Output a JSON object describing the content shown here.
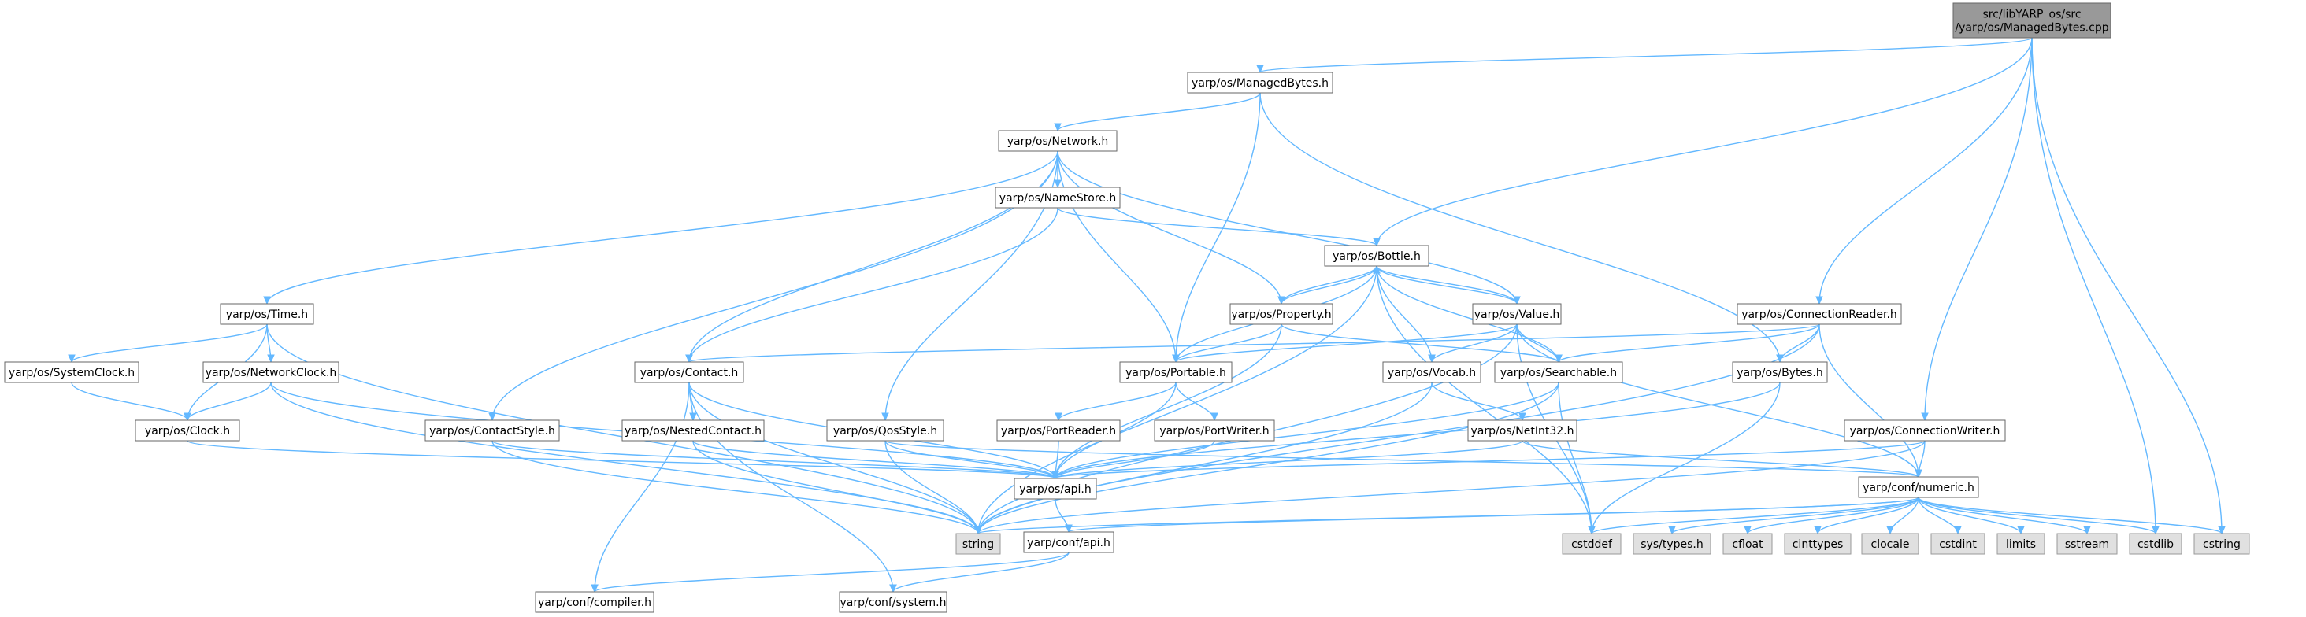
{
  "diagram": {
    "title": "",
    "colors": {
      "edge": "#63b8ff",
      "node_border": "#666666",
      "header_fill": "#ffffff",
      "system_fill": "#e0e0e0",
      "root_fill": "#999999"
    },
    "nodes": [
      {
        "id": "root",
        "kind": "root",
        "lines": [
          "src/libYARP_os/src",
          "/yarp/os/ManagedBytes.cpp"
        ]
      },
      {
        "id": "managedbytes_h",
        "kind": "header",
        "lines": [
          "yarp/os/ManagedBytes.h"
        ]
      },
      {
        "id": "network_h",
        "kind": "header",
        "lines": [
          "yarp/os/Network.h"
        ]
      },
      {
        "id": "namestore_h",
        "kind": "header",
        "lines": [
          "yarp/os/NameStore.h"
        ]
      },
      {
        "id": "bottle_h",
        "kind": "header",
        "lines": [
          "yarp/os/Bottle.h"
        ]
      },
      {
        "id": "property_h",
        "kind": "header",
        "lines": [
          "yarp/os/Property.h"
        ]
      },
      {
        "id": "value_h",
        "kind": "header",
        "lines": [
          "yarp/os/Value.h"
        ]
      },
      {
        "id": "time_h",
        "kind": "header",
        "lines": [
          "yarp/os/Time.h"
        ]
      },
      {
        "id": "systemclock_h",
        "kind": "header",
        "lines": [
          "yarp/os/SystemClock.h"
        ]
      },
      {
        "id": "networkclock_h",
        "kind": "header",
        "lines": [
          "yarp/os/NetworkClock.h"
        ]
      },
      {
        "id": "clock_h",
        "kind": "header",
        "lines": [
          "yarp/os/Clock.h"
        ]
      },
      {
        "id": "contact_h",
        "kind": "header",
        "lines": [
          "yarp/os/Contact.h"
        ]
      },
      {
        "id": "contactstyle_h",
        "kind": "header",
        "lines": [
          "yarp/os/ContactStyle.h"
        ]
      },
      {
        "id": "nestedcontact_h",
        "kind": "header",
        "lines": [
          "yarp/os/NestedContact.h"
        ]
      },
      {
        "id": "qosstyle_h",
        "kind": "header",
        "lines": [
          "yarp/os/QosStyle.h"
        ]
      },
      {
        "id": "portable_h",
        "kind": "header",
        "lines": [
          "yarp/os/Portable.h"
        ]
      },
      {
        "id": "portreader_h",
        "kind": "header",
        "lines": [
          "yarp/os/PortReader.h"
        ]
      },
      {
        "id": "portwriter_h",
        "kind": "header",
        "lines": [
          "yarp/os/PortWriter.h"
        ]
      },
      {
        "id": "vocab_h",
        "kind": "header",
        "lines": [
          "yarp/os/Vocab.h"
        ]
      },
      {
        "id": "netint32_h",
        "kind": "header",
        "lines": [
          "yarp/os/NetInt32.h"
        ]
      },
      {
        "id": "searchable_h",
        "kind": "header",
        "lines": [
          "yarp/os/Searchable.h"
        ]
      },
      {
        "id": "connectionreader_h",
        "kind": "header",
        "lines": [
          "yarp/os/ConnectionReader.h"
        ]
      },
      {
        "id": "bytes_h",
        "kind": "header",
        "lines": [
          "yarp/os/Bytes.h"
        ]
      },
      {
        "id": "connectionwriter_h",
        "kind": "header",
        "lines": [
          "yarp/os/ConnectionWriter.h"
        ]
      },
      {
        "id": "api_h",
        "kind": "header",
        "lines": [
          "yarp/os/api.h"
        ]
      },
      {
        "id": "conf_api_h",
        "kind": "header",
        "lines": [
          "yarp/conf/api.h"
        ]
      },
      {
        "id": "numeric_h",
        "kind": "header",
        "lines": [
          "yarp/conf/numeric.h"
        ]
      },
      {
        "id": "compiler_h",
        "kind": "header",
        "lines": [
          "yarp/conf/compiler.h"
        ]
      },
      {
        "id": "system_h",
        "kind": "header",
        "lines": [
          "yarp/conf/system.h"
        ]
      },
      {
        "id": "string",
        "kind": "system",
        "lines": [
          "string"
        ]
      },
      {
        "id": "cstddef",
        "kind": "system",
        "lines": [
          "cstddef"
        ]
      },
      {
        "id": "systypes_h",
        "kind": "system",
        "lines": [
          "sys/types.h"
        ]
      },
      {
        "id": "cfloat",
        "kind": "system",
        "lines": [
          "cfloat"
        ]
      },
      {
        "id": "cinttypes",
        "kind": "system",
        "lines": [
          "cinttypes"
        ]
      },
      {
        "id": "clocale",
        "kind": "system",
        "lines": [
          "clocale"
        ]
      },
      {
        "id": "cstdint",
        "kind": "system",
        "lines": [
          "cstdint"
        ]
      },
      {
        "id": "limits",
        "kind": "system",
        "lines": [
          "limits"
        ]
      },
      {
        "id": "sstream",
        "kind": "system",
        "lines": [
          "sstream"
        ]
      },
      {
        "id": "cstdlib",
        "kind": "system",
        "lines": [
          "cstdlib"
        ]
      },
      {
        "id": "cstring",
        "kind": "system",
        "lines": [
          "cstring"
        ]
      }
    ],
    "edges": [
      [
        "root",
        "managedbytes_h"
      ],
      [
        "root",
        "bottle_h"
      ],
      [
        "root",
        "connectionreader_h"
      ],
      [
        "root",
        "connectionwriter_h"
      ],
      [
        "root",
        "cstdlib"
      ],
      [
        "root",
        "cstring"
      ],
      [
        "managedbytes_h",
        "network_h"
      ],
      [
        "managedbytes_h",
        "portable_h"
      ],
      [
        "managedbytes_h",
        "bytes_h"
      ],
      [
        "network_h",
        "namestore_h"
      ],
      [
        "network_h",
        "time_h"
      ],
      [
        "network_h",
        "contact_h"
      ],
      [
        "network_h",
        "contactstyle_h"
      ],
      [
        "network_h",
        "qosstyle_h"
      ],
      [
        "network_h",
        "property_h"
      ],
      [
        "network_h",
        "value_h"
      ],
      [
        "network_h",
        "portable_h"
      ],
      [
        "namestore_h",
        "bottle_h"
      ],
      [
        "namestore_h",
        "contact_h"
      ],
      [
        "bottle_h",
        "property_h"
      ],
      [
        "bottle_h",
        "value_h"
      ],
      [
        "bottle_h",
        "portable_h"
      ],
      [
        "bottle_h",
        "searchable_h"
      ],
      [
        "bottle_h",
        "vocab_h"
      ],
      [
        "bottle_h",
        "string"
      ],
      [
        "bottle_h",
        "cstddef"
      ],
      [
        "property_h",
        "bottle_h"
      ],
      [
        "property_h",
        "portable_h"
      ],
      [
        "property_h",
        "searchable_h"
      ],
      [
        "property_h",
        "api_h"
      ],
      [
        "value_h",
        "bottle_h"
      ],
      [
        "value_h",
        "portable_h"
      ],
      [
        "value_h",
        "searchable_h"
      ],
      [
        "value_h",
        "vocab_h"
      ],
      [
        "value_h",
        "numeric_h"
      ],
      [
        "value_h",
        "string"
      ],
      [
        "value_h",
        "cstddef"
      ],
      [
        "time_h",
        "systemclock_h"
      ],
      [
        "time_h",
        "networkclock_h"
      ],
      [
        "time_h",
        "clock_h"
      ],
      [
        "time_h",
        "string"
      ],
      [
        "systemclock_h",
        "clock_h"
      ],
      [
        "networkclock_h",
        "clock_h"
      ],
      [
        "networkclock_h",
        "api_h"
      ],
      [
        "networkclock_h",
        "string"
      ],
      [
        "clock_h",
        "api_h"
      ],
      [
        "contact_h",
        "nestedcontact_h"
      ],
      [
        "contact_h",
        "api_h"
      ],
      [
        "contact_h",
        "string"
      ],
      [
        "contact_h",
        "compiler_h"
      ],
      [
        "contact_h",
        "system_h"
      ],
      [
        "contactstyle_h",
        "api_h"
      ],
      [
        "contactstyle_h",
        "string"
      ],
      [
        "nestedcontact_h",
        "api_h"
      ],
      [
        "nestedcontact_h",
        "string"
      ],
      [
        "qosstyle_h",
        "api_h"
      ],
      [
        "qosstyle_h",
        "string"
      ],
      [
        "qosstyle_h",
        "numeric_h"
      ],
      [
        "portable_h",
        "portreader_h"
      ],
      [
        "portable_h",
        "portwriter_h"
      ],
      [
        "portable_h",
        "api_h"
      ],
      [
        "portreader_h",
        "api_h"
      ],
      [
        "portwriter_h",
        "api_h"
      ],
      [
        "vocab_h",
        "netint32_h"
      ],
      [
        "vocab_h",
        "string"
      ],
      [
        "netint32_h",
        "api_h"
      ],
      [
        "netint32_h",
        "numeric_h"
      ],
      [
        "searchable_h",
        "api_h"
      ],
      [
        "searchable_h",
        "string"
      ],
      [
        "searchable_h",
        "cstddef"
      ],
      [
        "connectionreader_h",
        "contact_h"
      ],
      [
        "connectionreader_h",
        "searchable_h"
      ],
      [
        "connectionreader_h",
        "bytes_h"
      ],
      [
        "connectionreader_h",
        "numeric_h"
      ],
      [
        "connectionreader_h",
        "string"
      ],
      [
        "bytes_h",
        "api_h"
      ],
      [
        "bytes_h",
        "cstddef"
      ],
      [
        "connectionwriter_h",
        "api_h"
      ],
      [
        "connectionwriter_h",
        "numeric_h"
      ],
      [
        "connectionwriter_h",
        "string"
      ],
      [
        "api_h",
        "conf_api_h"
      ],
      [
        "conf_api_h",
        "compiler_h"
      ],
      [
        "conf_api_h",
        "system_h"
      ],
      [
        "numeric_h",
        "conf_api_h"
      ],
      [
        "numeric_h",
        "string"
      ],
      [
        "numeric_h",
        "cstddef"
      ],
      [
        "numeric_h",
        "systypes_h"
      ],
      [
        "numeric_h",
        "cfloat"
      ],
      [
        "numeric_h",
        "cinttypes"
      ],
      [
        "numeric_h",
        "clocale"
      ],
      [
        "numeric_h",
        "cstdint"
      ],
      [
        "numeric_h",
        "limits"
      ],
      [
        "numeric_h",
        "sstream"
      ],
      [
        "numeric_h",
        "cstdlib"
      ],
      [
        "numeric_h",
        "cstring"
      ]
    ]
  }
}
